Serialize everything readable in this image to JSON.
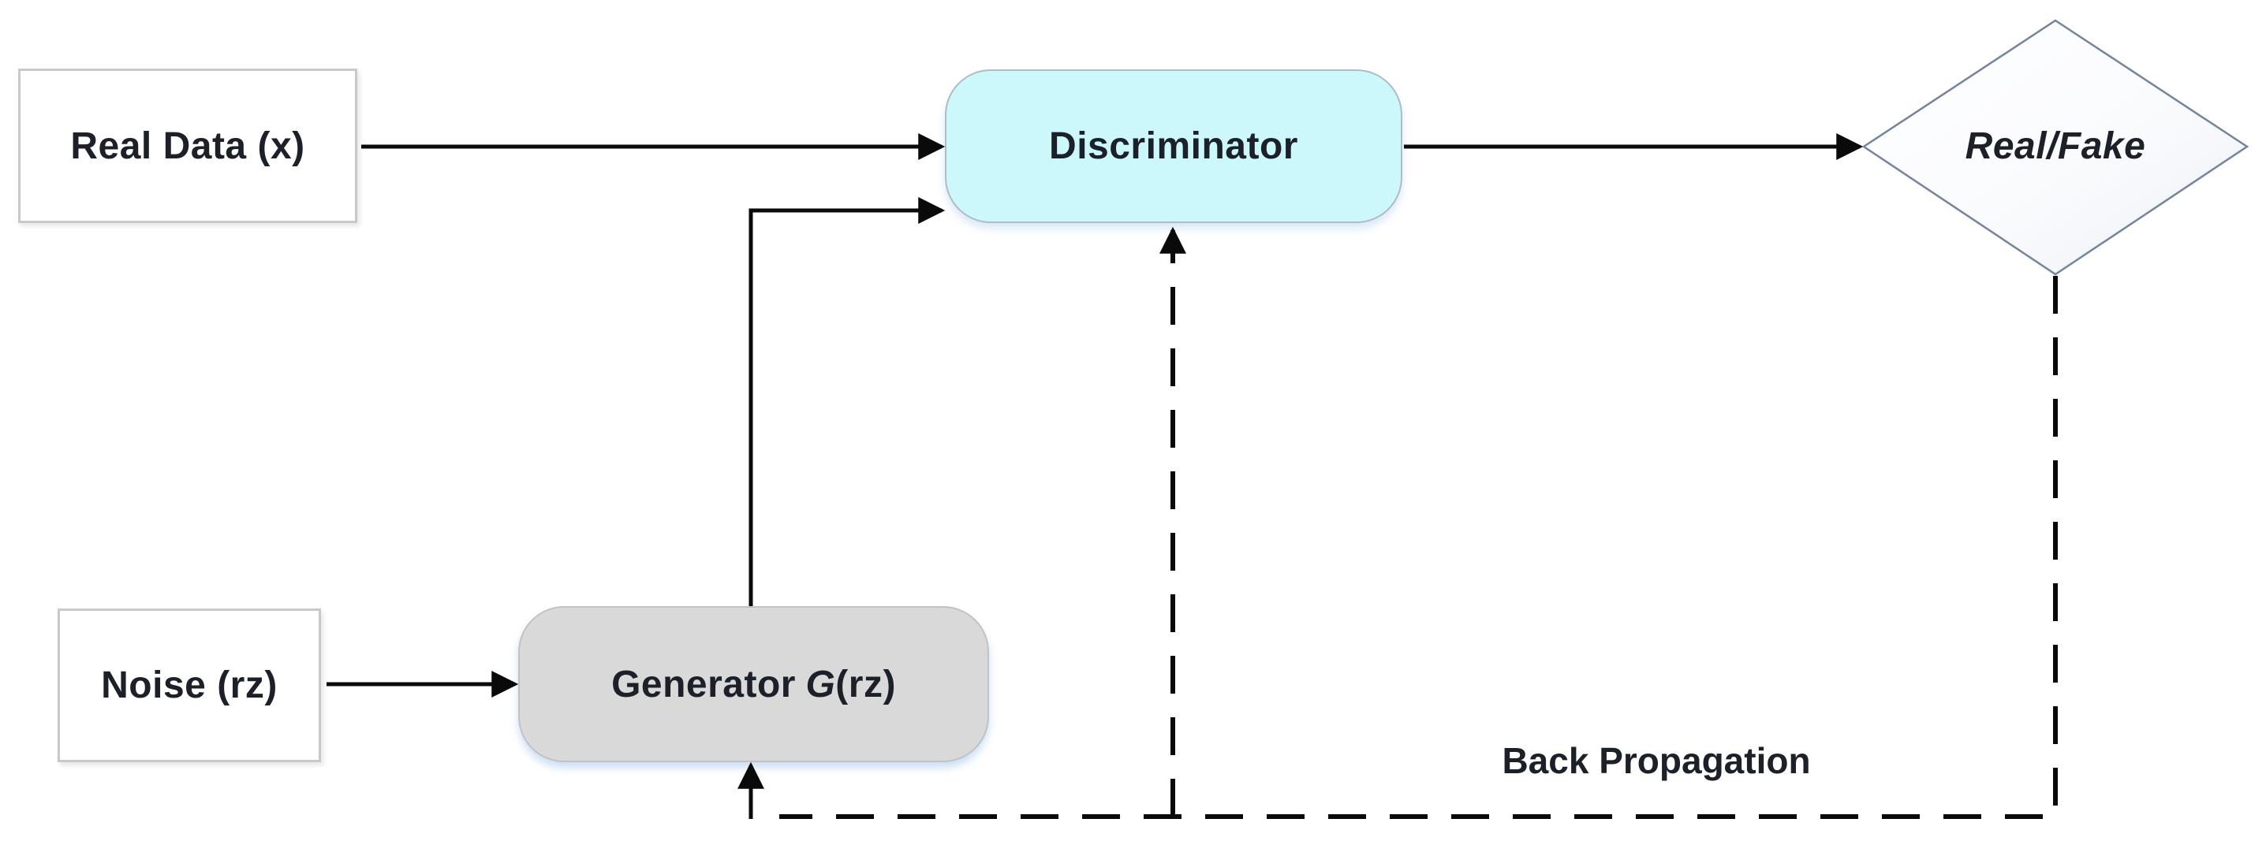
{
  "nodes": {
    "real_data": {
      "label": "Real Data (x)",
      "shape": "rectangle"
    },
    "noise": {
      "label": "Noise (rz)",
      "shape": "rectangle"
    },
    "generator": {
      "label_prefix": "Generator",
      "label_italic": "G",
      "label_suffix": "(rz)",
      "shape": "rounded"
    },
    "discriminator": {
      "label": "Discriminator",
      "shape": "rounded"
    },
    "real_fake": {
      "label": "Real/Fake",
      "shape": "diamond"
    }
  },
  "edge_labels": {
    "back_propagation": "Back Propagation"
  },
  "edges": [
    {
      "from": "real-data",
      "to": "discriminator",
      "style": "solid-arrow"
    },
    {
      "from": "noise",
      "to": "generator",
      "style": "solid-arrow"
    },
    {
      "from": "generator",
      "to": "discriminator",
      "style": "solid-arrow"
    },
    {
      "from": "discriminator",
      "to": "real-fake",
      "style": "solid-arrow"
    },
    {
      "from": "real-fake",
      "to": "generator",
      "style": "dashed-arrow",
      "label": "Back Propagation"
    },
    {
      "from": "real-fake",
      "to": "discriminator",
      "style": "dashed-arrow"
    }
  ],
  "colors": {
    "background": "#ffffff",
    "text": "#1c2028",
    "box_fill": "#ffffff",
    "box_border": "#c9c9c9",
    "generator_fill": "#d9d9d9",
    "generator_border": "#c2c2c2",
    "discriminator_fill": "#ccf8fc",
    "discriminator_border": "#b0bcc2",
    "diamond_border": "#76839e",
    "connector": "#0a0a0a"
  }
}
